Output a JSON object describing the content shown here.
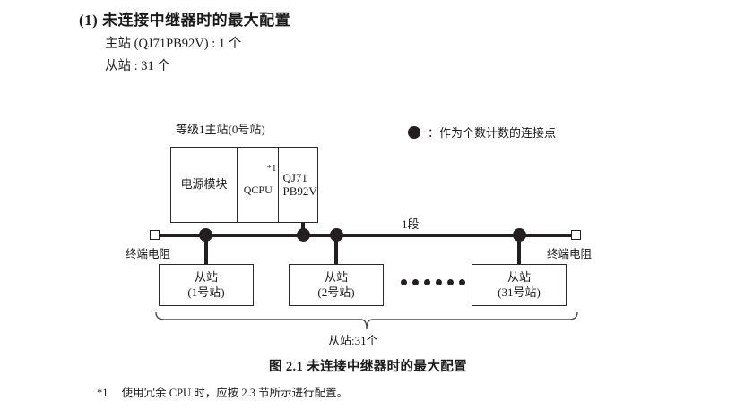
{
  "heading": {
    "number": "(1)",
    "title": "未连接中继器时的最大配置",
    "lines": [
      "主站 (QJ71PB92V) : 1 个",
      "从站 : 31 个"
    ]
  },
  "legend": {
    "symbol": "filled-circle",
    "text": "：作为个数计数的连接点"
  },
  "diagram": {
    "master_label": "等级1主站(0号站)",
    "rack": {
      "power_module": "电源模块",
      "cpu": "QCPU",
      "cpu_note": "*1",
      "network_line1": "QJ71",
      "network_line2": "PB92V"
    },
    "segment_label": "1段",
    "terminator_left": "终端电阻",
    "terminator_right": "终端电阻",
    "slaves": [
      {
        "name": "从站",
        "station": "(1号站)"
      },
      {
        "name": "从站",
        "station": "(2号站)"
      },
      {
        "name": "从站",
        "station": "(31号站)"
      }
    ],
    "ellipsis_count": 6,
    "brace_label": "从站:31个",
    "node_count": 4
  },
  "caption": "图 2.1  未连接中继器时的最大配置",
  "footnote": {
    "mark": "*1",
    "text": "使用冗余 CPU 时，应按 2.3 节所示进行配置。"
  },
  "colors": {
    "ink": "#231f20",
    "text": "#1a1a1a",
    "box_border": "#2a2a2a",
    "page_background": "#ffffff"
  }
}
